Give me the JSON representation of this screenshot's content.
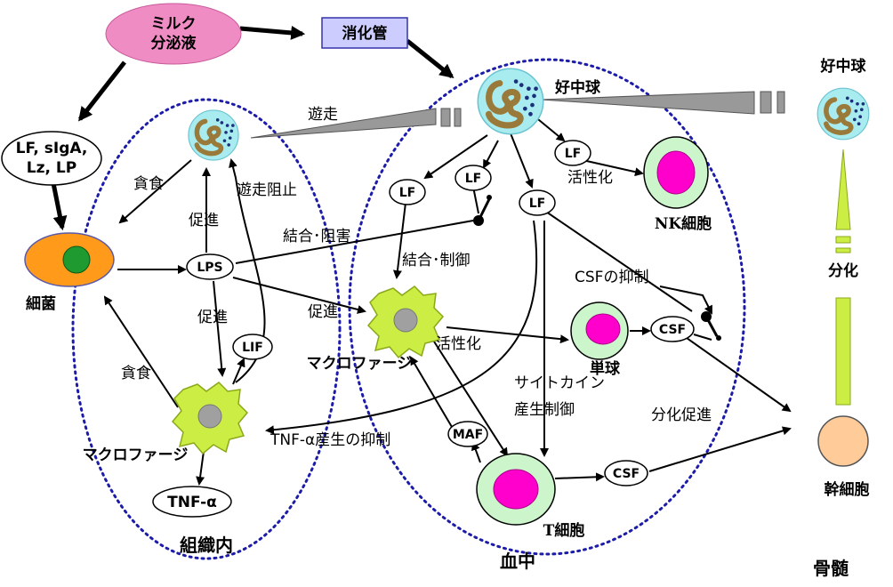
{
  "labels": {
    "milk_line1": "ミルク",
    "milk_line2": "分泌液",
    "digestive": "消化管",
    "lf_slga_line1": "LF, sIgA,",
    "lf_slga_line2": "Lz, LP",
    "bacteria": "細菌",
    "neutrophil_blood": "好中球",
    "neutrophil_marrow": "好中球",
    "migration": "遊走",
    "phagocytosis1": "貪食",
    "phagocytosis2": "貪食",
    "migration_block": "遊走阻止",
    "promote1": "促進",
    "promote2": "促進",
    "promote3": "促進",
    "lps": "LPS",
    "lif": "LIF",
    "binding_inhibit": "結合･阻害",
    "binding_control": "結合･制御",
    "lf1": "LF",
    "lf2": "LF",
    "lf3": "LF",
    "lf4": "LF",
    "activation1": "活性化",
    "activation2": "活性化",
    "nk_cell": "NK細胞",
    "csf_suppress": "CSFの抑制",
    "macrophage_tissue": "マクロファージ",
    "macrophage_blood": "マクロファージ",
    "monocyte": "単球",
    "csf1": "CSF",
    "csf2": "CSF",
    "cytokine_line1": "サイトカイン",
    "cytokine_line2": "産生制御",
    "differentiation_promote": "分化促進",
    "differentiation": "分化",
    "tnf_suppress": "TNF-α産生の抑制",
    "maf": "MAF",
    "tnf_alpha": "TNF-α",
    "t_cell": "T細胞",
    "stem_cell": "幹細胞",
    "tissue": "組織内",
    "blood": "血中",
    "bone_marrow": "骨髄"
  },
  "colors": {
    "milk_fill": "#f08cc4",
    "digestive_fill": "#ccccff",
    "digestive_stroke": "#3333aa",
    "neutrophil_fill": "#a8ecf0",
    "granule": "#1b2f7a",
    "nucleus": "#9a7a3a",
    "bacteria_fill": "#ff9a1a",
    "bacteria_nucleus": "#1e9a30",
    "macro_fill": "#ccee44",
    "macro_nucleus": "#a0a0a0",
    "cell_outer": "#ccf5cc",
    "cell_nucleus": "#ff00cc",
    "stem_fill": "#ffcc99",
    "dotted_circle": "#1c1ca8",
    "wedge_gray": "#999999",
    "wedge_green": "#ccee44"
  },
  "icons": {
    "neutrophil": "neutrophil-cell-icon",
    "bacteria": "bacteria-cell-icon",
    "macrophage": "macrophage-cell-icon",
    "lymphocyte": "lymphocyte-cell-icon",
    "stem": "stem-cell-icon",
    "inhibit": "inhibition-knob-icon"
  }
}
